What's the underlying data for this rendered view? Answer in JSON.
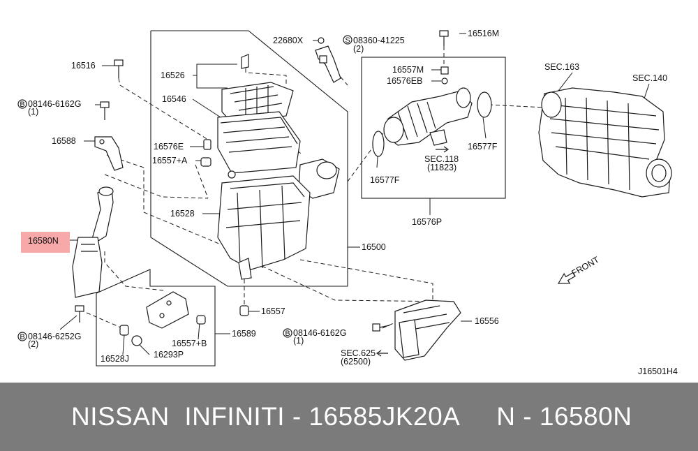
{
  "labels": {
    "p22680X": "22680X",
    "p08360": "08360-41225",
    "p08360_qty": "(2)",
    "p16516M": "16516M",
    "p16516": "16516",
    "p16526": "16526",
    "p08146a": "08146-6162G",
    "p08146a_qty": "(1)",
    "p16546": "16546",
    "p16588": "16588",
    "p16576E": "16576E",
    "p16557A": "16557+A",
    "p16528": "16528",
    "p16580N": "16580N",
    "p16500": "16500",
    "p16557": "16557",
    "p08146b": "08146-6252G",
    "p08146b_qty": "(2)",
    "p16528J": "16528J",
    "p16293P": "16293P",
    "p16557B": "16557+B",
    "p16589": "16589",
    "p08146c": "08146-6162G",
    "p08146c_qty": "(1)",
    "sec625": "SEC.625",
    "sec625_sub": "(62500)",
    "p16556": "16556",
    "p16557M": "16557M",
    "p16576EB": "16576EB",
    "p16577F_a": "16577F",
    "p16577F_b": "16577F",
    "sec118": "SEC.118",
    "sec118_sub": "(11823)",
    "p16576P": "16576P",
    "sec163": "SEC.163",
    "sec140": "SEC.140",
    "front": "FRONT",
    "drawing_id": "J16501H4",
    "bolt_mark_b": "B",
    "bolt_mark_s": "S"
  },
  "footer": {
    "text": "NISSAN  INFINITI - 16585JK20A     N - 16580N"
  },
  "colors": {
    "highlight": "#f7a8a8",
    "footer_bg": "#7b7b7b"
  }
}
